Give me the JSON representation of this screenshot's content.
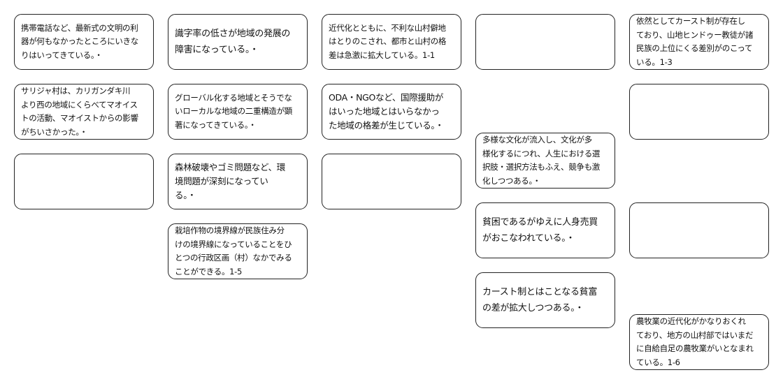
{
  "cards": [
    {
      "text": "携帯電話など、最新式の文明の利\n器が何もなかったところにいきな\nりはいってきている。・"
    },
    {
      "text": "サリジャ村は、カリガンダキ川\nより西の地域にくらべてマオイス\nトの活動、マオイストからの影響\nがちいさかった。・"
    },
    {
      "text": ""
    },
    {
      "text": "識字率の低さが地域の発展の\n障害になっている。・"
    },
    {
      "text": "グローバル化する地域とそうでな\nいローカルな地域の二重構造が顕\n著になってきている。・"
    },
    {
      "text": "森林破壊やゴミ問題など、環\n境問題が深刻になってい\nる。・"
    },
    {
      "text": "栽培作物の境界線が民族住み分\nけの境界線になっていることをひ\nとつの行政区画（村）なかでみる\nことができる。1-5"
    },
    {
      "text": "近代化とともに、不利な山村僻地\nはとりのこされ、都市と山村の格\n差は急激に拡大している。1-1"
    },
    {
      "text": "ODA・NGOなど、国際援助が\nはいった地域とはいらなかっ\nた地域の格差が生じている。・"
    },
    {
      "text": ""
    },
    {
      "text": ""
    },
    {
      "text": "多様な文化が流入し、文化が多\n様化するにつれ、人生における選\n択肢・選択方法もふえ、競争も激\n化しつつある。・"
    },
    {
      "text": "貧困であるがゆえに人身売買\nがおこなわれている。・"
    },
    {
      "text": "カースト制とはことなる貧富\nの差が拡大しつつある。・"
    },
    {
      "text": "依然としてカースト制が存在し\nており、山地ヒンドゥー教徒が諸\n民族の上位にくる差別がのこって\nいる。1-3"
    },
    {
      "text": ""
    },
    {
      "text": ""
    },
    {
      "text": "農牧業の近代化がかなりおくれ\nており、地方の山村部ではいまだ\nに自給自足の農牧業がいとなまれ\nている。1-6"
    }
  ]
}
